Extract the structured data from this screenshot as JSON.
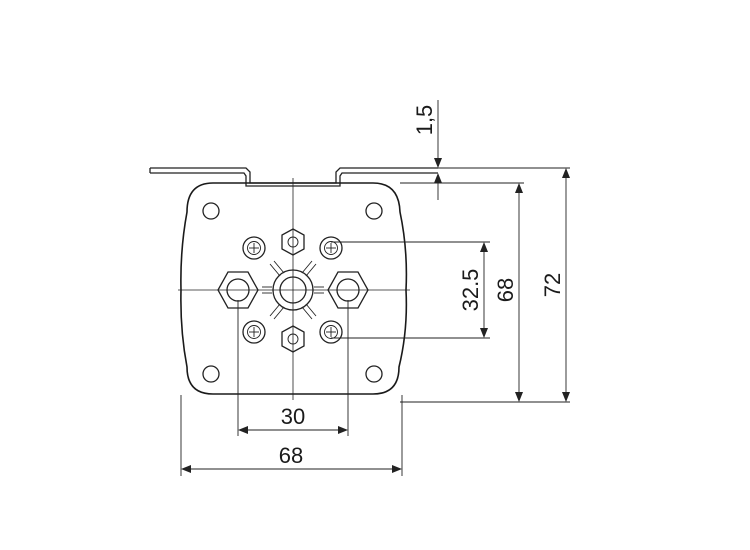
{
  "dimensions": {
    "thickness": "1,5",
    "screw_spacing_vertical": "32.5",
    "body_height": "68",
    "overall_height": "72",
    "center_spacing_horizontal": "30",
    "body_width": "68"
  }
}
